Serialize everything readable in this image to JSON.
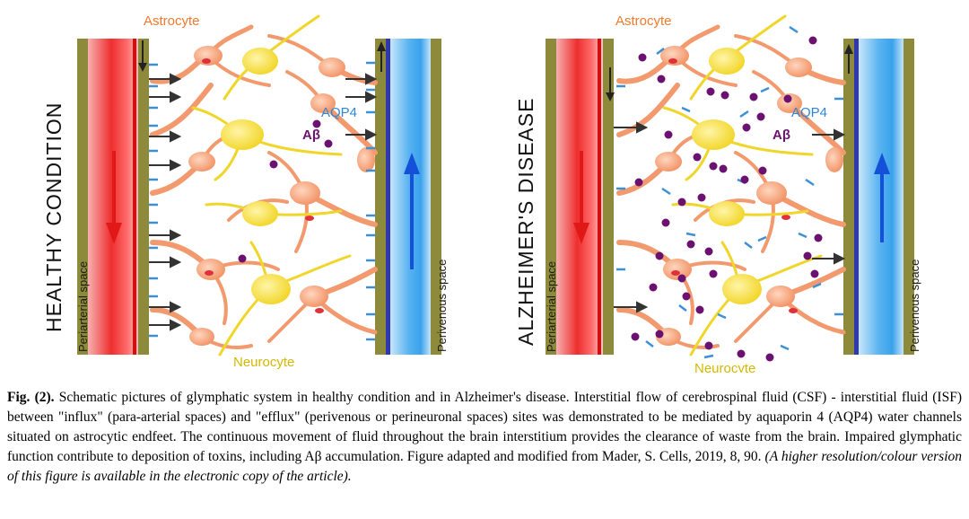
{
  "panels": [
    {
      "condition_label": "HEALTHY CONDITION",
      "astrocyte_label": "Astrocyte",
      "neurocyte_label": "Neurocyte",
      "aqp4_label": "AQP4",
      "abeta_label": "Aβ",
      "periarterial_label": "Periarterial space",
      "perivenous_label": "Perivenous space"
    },
    {
      "condition_label": "ALZHEIMER'S DISEASE",
      "astrocyte_label": "Astrocyte",
      "neurocyte_label": "Neurocyte",
      "aqp4_label": "AQP4",
      "abeta_label": "Aβ",
      "periarterial_label": "Periarterial space",
      "perivenous_label": "Perivenous space"
    }
  ],
  "caption": {
    "label": "Fig. (2).",
    "text": "Schematic pictures of glymphatic system in healthy condition and in Alzheimer's disease. Interstitial flow of cerebrospinal fluid (CSF) - interstitial fluid (ISF) between \"influx\" (para-arterial spaces) and \"efflux\" (perivenous or perineuronal spaces) sites was demonstrated to be mediated by aquaporin 4 (AQP4) water channels situated on astrocytic endfeet. The continuous movement of fluid throughout the brain interstitium provides the clearance of waste from the brain. Impaired glymphatic function contribute to deposition of toxins, including Aβ accumulation. Figure adapted and modified from Mader, S. Cells, 2019, 8, 90.",
    "note": "(A higher resolution/colour version of this figure is available in the electronic copy of the article)."
  },
  "colors": {
    "artery": "#ee3c3c",
    "vein": "#58b3ee",
    "wall": "#8d8a3c",
    "astrocyte": "#f29a6e",
    "neurocyte": "#f2dc2a",
    "abeta": "#6b1170",
    "aqp4": "#3d8fd6",
    "label_orange": "#f07a2e",
    "label_yellow": "#d4b800",
    "label_blue": "#2f86d6"
  }
}
